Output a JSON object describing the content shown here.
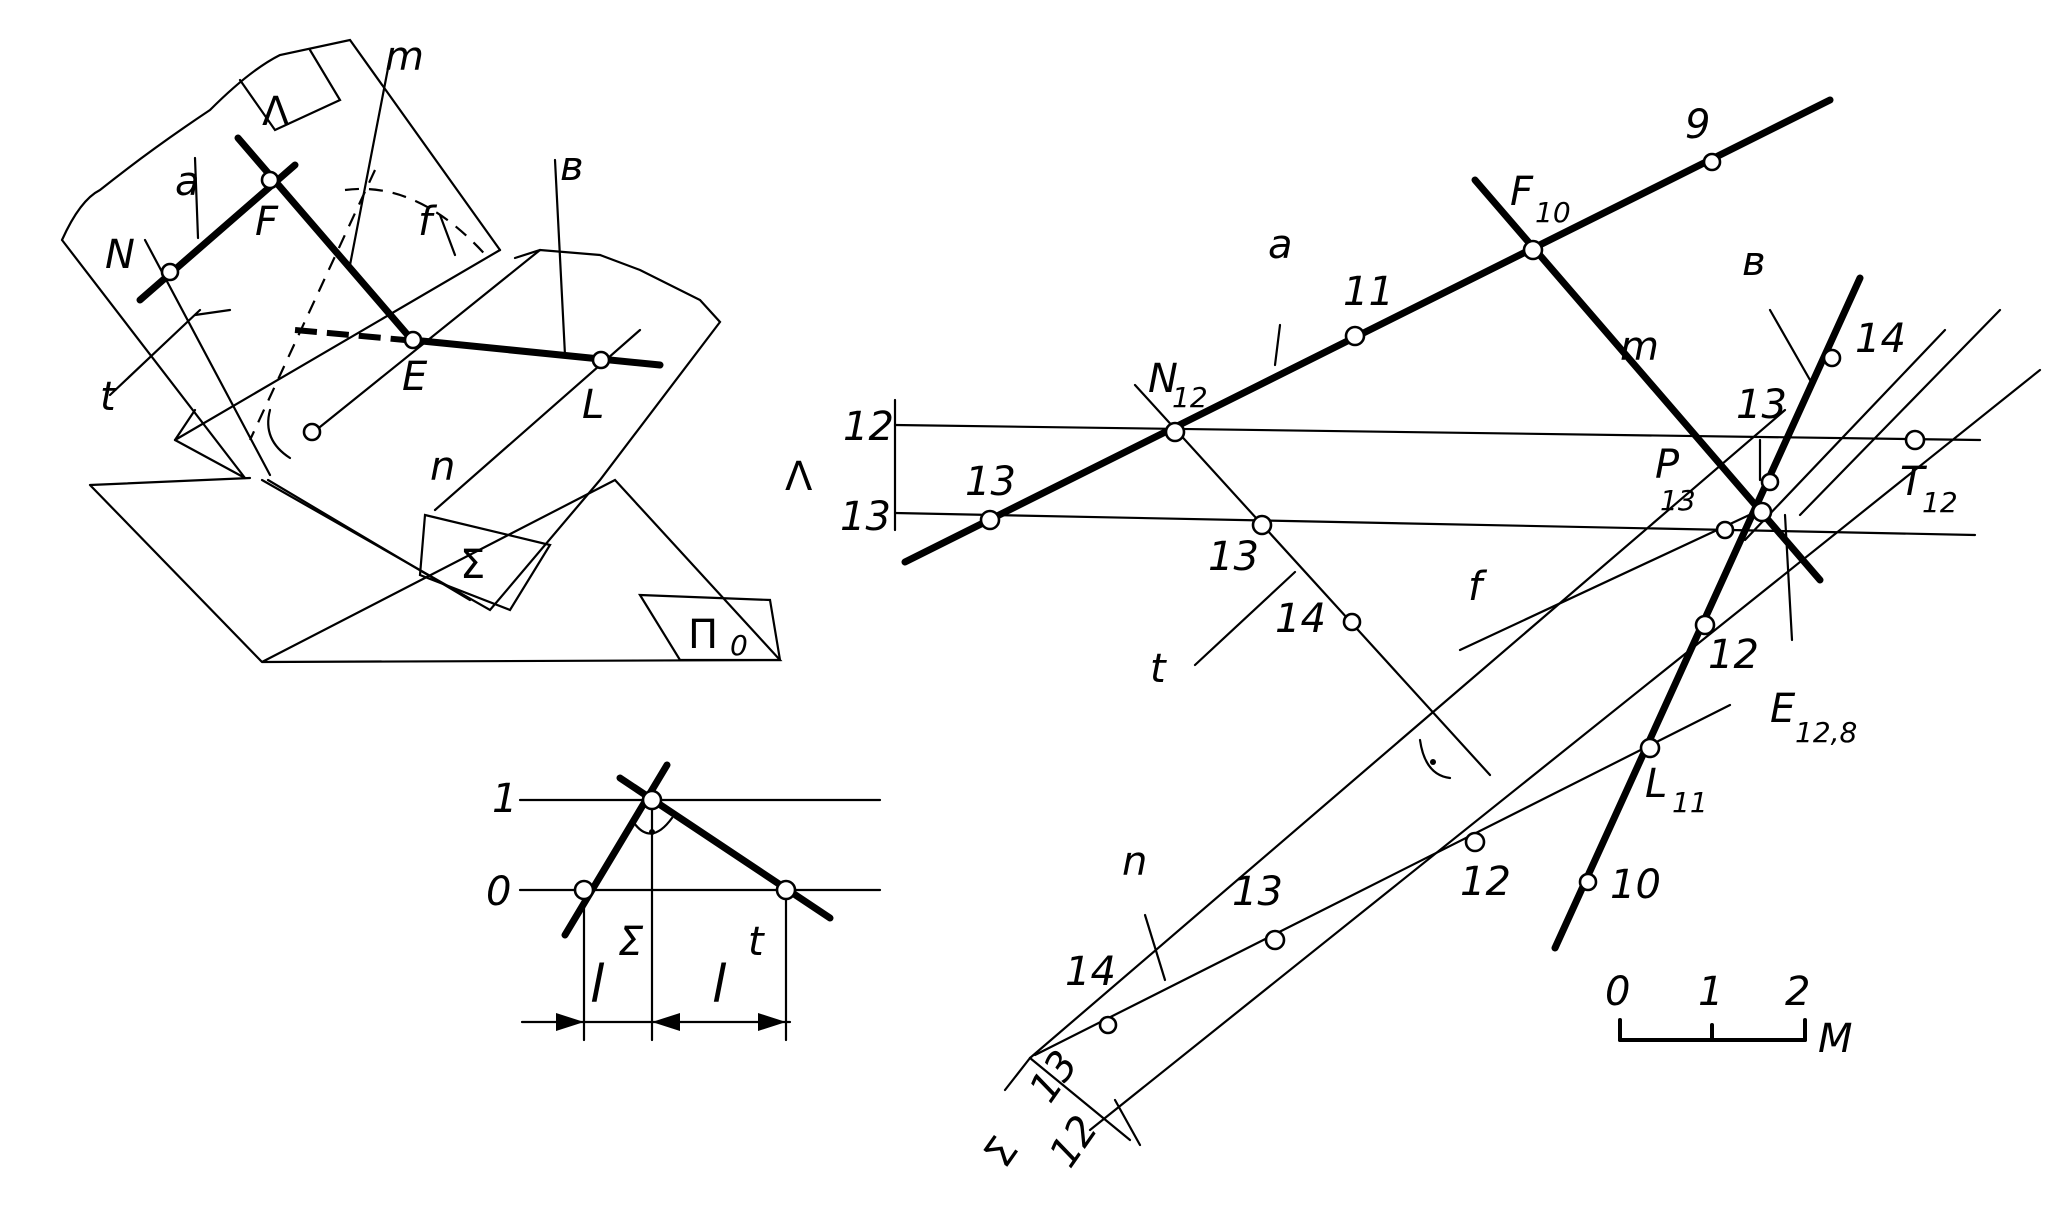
{
  "spatial": {
    "plane_lambda": "Λ",
    "plane_sigma": "Σ",
    "plane_pi": "Π",
    "plane_pi_sub": "0",
    "line_a": "a",
    "line_b": "в",
    "line_m": "m",
    "line_f": "f",
    "line_t": "t",
    "line_n": "n",
    "point_N": "N",
    "point_F": "F",
    "point_E": "E",
    "point_L": "L"
  },
  "slope": {
    "level_1": "1",
    "level_0": "0",
    "l_sigma": "l",
    "l_sigma_sup": "Σ",
    "l_t": "l",
    "l_t_sup": "t"
  },
  "projection": {
    "lambda": "Λ",
    "lambda_12": "12",
    "lambda_13": "13",
    "line_a": "a",
    "a_9": "9",
    "a_11": "11",
    "a_13": "13",
    "F": "F",
    "F_sub": "10",
    "N": "N",
    "N_sub": "12",
    "line_m": "m",
    "line_b": "в",
    "b_14": "14",
    "b_13": "13",
    "b_12": "12",
    "b_10": "10",
    "L": "L",
    "L_sub": "11",
    "P": "P",
    "P_sub": "13",
    "T": "T",
    "T_sub": "12",
    "E": "E",
    "E_sub": "12,8",
    "line_f": "f",
    "line_t": "t",
    "t_13": "13",
    "t_14": "14",
    "line_n": "n",
    "n_14": "14",
    "n_13": "13",
    "n_12": "12",
    "sigma": "Σ",
    "sigma_13": "13",
    "sigma_12": "12"
  },
  "scale": {
    "tick_0": "0",
    "tick_1": "1",
    "tick_2": "2",
    "unit": "M"
  }
}
